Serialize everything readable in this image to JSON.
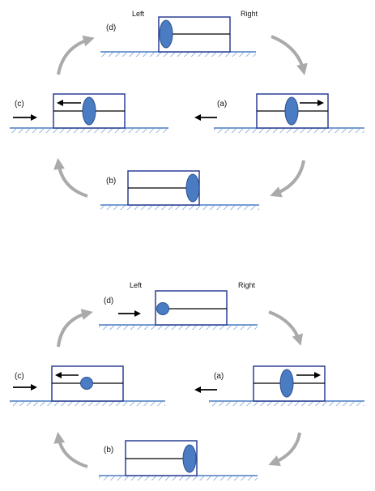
{
  "colors": {
    "ground": "#6f9bd4",
    "box": "#2b3f94",
    "piston": "#4a7cc4",
    "piston_edge": "#2d4f8f",
    "arrow": "#000000",
    "cycle_arrow": "#aaaaaa"
  },
  "figures": [
    {
      "direction_left": "Left",
      "direction_right": "Right",
      "panels": {
        "a": "(a)",
        "b": "(b)",
        "c": "(c)",
        "d": "(d)"
      }
    },
    {
      "direction_left": "Left",
      "direction_right": "Right",
      "panels": {
        "a": "(a)",
        "b": "(b)",
        "c": "(c)",
        "d": "(d)"
      }
    }
  ]
}
